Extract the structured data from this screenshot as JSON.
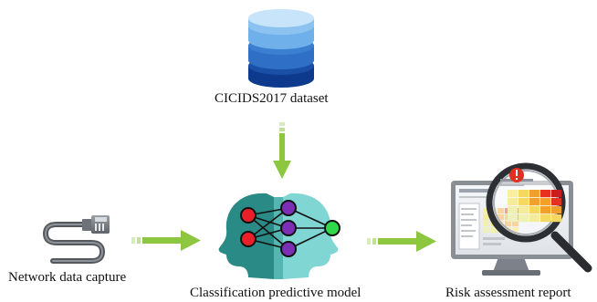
{
  "labels": {
    "dataset": "CICIDS2017 dataset",
    "capture": "Network data capture",
    "model": "Classification predictive model",
    "report": "Risk assessment report"
  },
  "icons": {
    "dataset": "database-icon",
    "capture": "ethernet-cable-icon",
    "model": "neural-network-heads-icon",
    "report": "monitor-magnifier-report-icon"
  },
  "colors": {
    "arrow": "#8dc63f",
    "db_top": "#a9d3f5",
    "db_mid": "#3a7fd0",
    "db_dark": "#0d3a8c",
    "head_dark": "#2a8b86",
    "head_light": "#7fd6d3",
    "node_red": "#e8202a",
    "node_purple": "#7b2fb5",
    "node_green": "#2fd94a",
    "monitor": "#8a8f96",
    "warning": "#e03020"
  },
  "report_heatmap": {
    "rows": [
      [
        "#f6f0a0",
        "#f6d860",
        "#f2a02a",
        "#e83020",
        "#c81e1e"
      ],
      [
        "#f4ec9a",
        "#f6d860",
        "#f2a02a",
        "#f2a02a",
        "#e83020"
      ],
      [
        "#f0f0b0",
        "#f4ec9a",
        "#f6d860",
        "#f2a02a",
        "#f2a02a"
      ],
      [
        "#eef0c0",
        "#f0f0b0",
        "#f4ec9a",
        "#f6d860",
        "#f6d860"
      ]
    ]
  }
}
